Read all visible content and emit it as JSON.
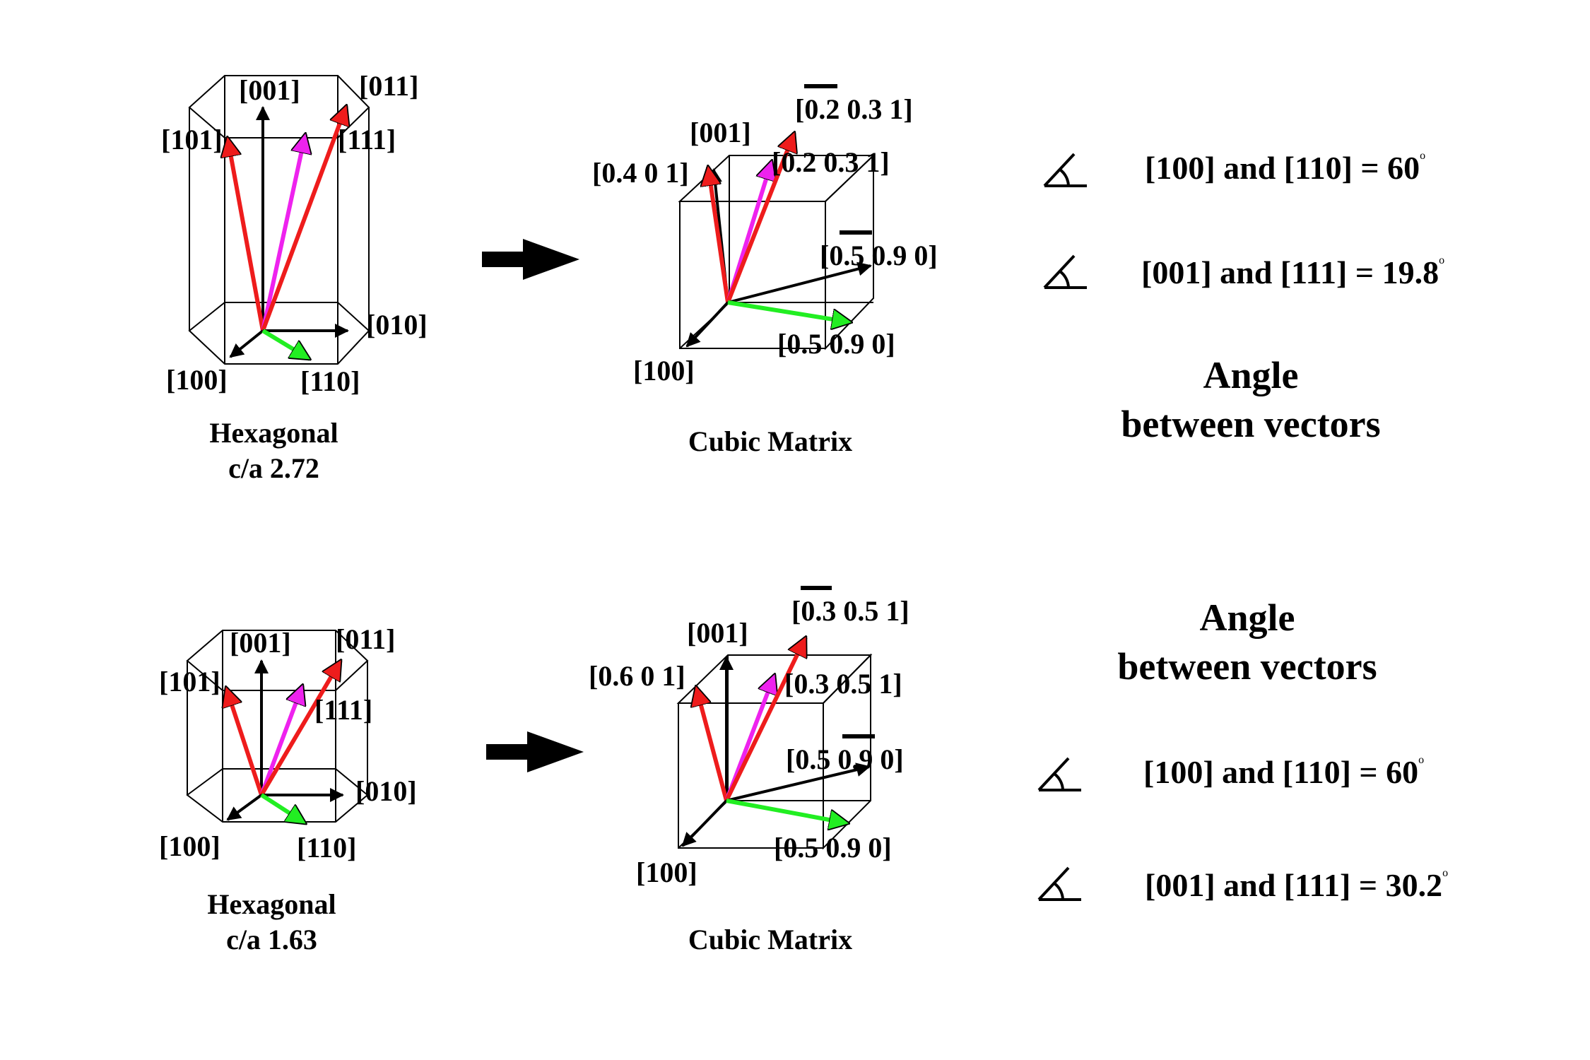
{
  "panels": [
    {
      "hex": {
        "caption_line1": "Hexagonal",
        "caption_line2": "c/a 2.72",
        "labels": {
          "v001": "[001]",
          "v011": "[011]",
          "v101": "[101]",
          "v111": "[111]",
          "v010": "[010]",
          "v100": "[100]",
          "v110": "[110]"
        }
      },
      "cubic": {
        "caption": "Cubic Matrix",
        "labels": {
          "v001": "[001]",
          "v011": "[0.2 0.3 1]",
          "v101": "[0.4 0 1]",
          "v111": "[0.2 0.3 1]",
          "v010": "[0.5 0.9 0]",
          "v100": "[100]",
          "v110": "[0.5 0.9 0]"
        }
      },
      "angles": {
        "title_line1": "Angle",
        "title_line2": "between vectors",
        "items": [
          {
            "text": "[100] and [110] = 60",
            "degree": "o"
          },
          {
            "text": "[001] and [111] = 19.8",
            "degree": "o"
          }
        ]
      }
    },
    {
      "hex": {
        "caption_line1": "Hexagonal",
        "caption_line2": "c/a 1.63",
        "labels": {
          "v001": "[001]",
          "v011": "[011]",
          "v101": "[101]",
          "v111": "[111]",
          "v010": "[010]",
          "v100": "[100]",
          "v110": "[110]"
        }
      },
      "cubic": {
        "caption": "Cubic Matrix",
        "labels": {
          "v001": "[001]",
          "v011": "[0.3 0.5 1]",
          "v101": "[0.6 0 1]",
          "v111": "[0.3 0.5 1]",
          "v010": "[0.5 0.9 0]",
          "v100": "[100]",
          "v110": "[0.5 0.9 0]"
        }
      },
      "angles": {
        "title_line1": "Angle",
        "title_line2": "between vectors",
        "items": [
          {
            "text": "[100] and [110] = 60",
            "degree": "o"
          },
          {
            "text": "[001] and [111] = 30.2",
            "degree": "o"
          }
        ]
      }
    }
  ],
  "colors": {
    "red": "#ee1c1c",
    "magenta": "#ee22ee",
    "green": "#22ee22",
    "black": "#000000",
    "frame": "#000000"
  }
}
